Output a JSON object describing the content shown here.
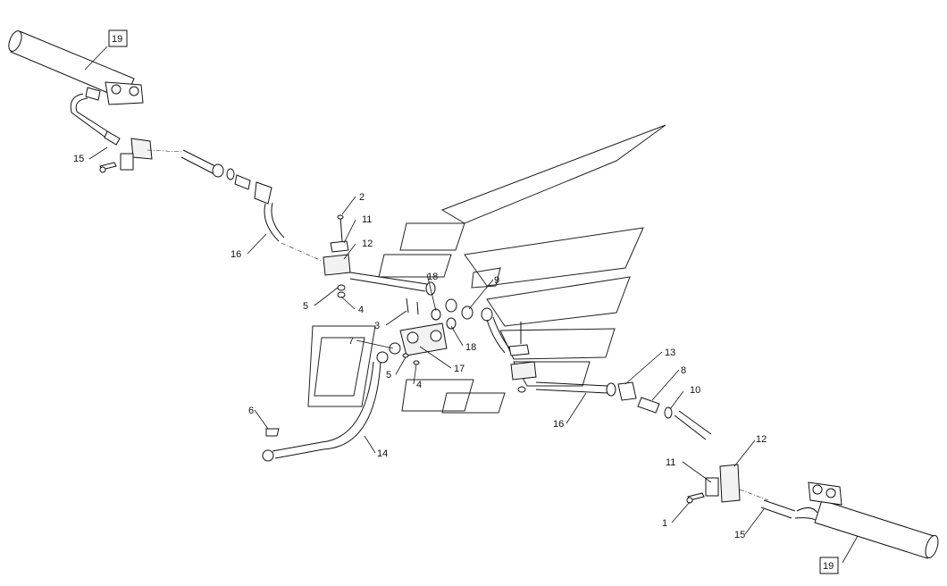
{
  "callouts": {
    "c1": "1",
    "c2": "2",
    "c3": "3",
    "c4a": "4",
    "c4b": "4",
    "c5a": "5",
    "c5b": "5",
    "c6": "6",
    "c7": "7",
    "c8": "8",
    "c9": "9",
    "c10": "10",
    "c11a": "11",
    "c11b": "11",
    "c12a": "12",
    "c12b": "12",
    "c13": "13",
    "c14": "14",
    "c15a": "15",
    "c15b": "15",
    "c16a": "16",
    "c16b": "16",
    "c17": "17",
    "c18a": "18",
    "c18b": "18",
    "c19a": "19",
    "c19b": "19"
  }
}
